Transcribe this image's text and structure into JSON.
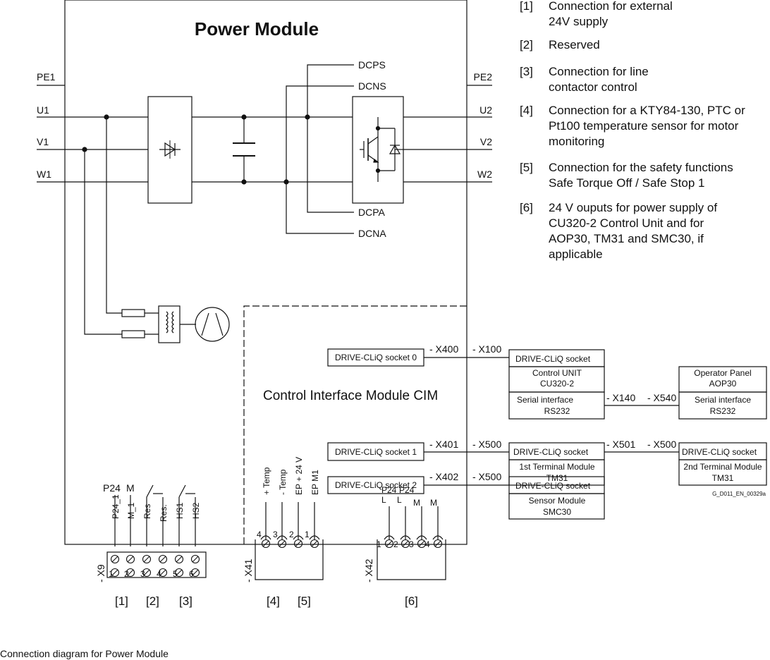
{
  "module_title": "Power Module",
  "cim_title": "Control Interface Module CIM",
  "caption": "Connection diagram for Power Module",
  "doc_code": "G_D011_EN_00329a",
  "left_terminals": [
    "PE1",
    "U1",
    "V1",
    "W1"
  ],
  "right_terminals": [
    "PE2",
    "U2",
    "V2",
    "W2"
  ],
  "dc_labels": {
    "dcps": "DCPS",
    "dcns": "DCNS",
    "dcpa": "DCPA",
    "dcna": "DCNA"
  },
  "notes": [
    {
      "ref": "[1]",
      "lines": [
        "Connection for external",
        "24V supply"
      ]
    },
    {
      "ref": "[2]",
      "lines": [
        "Reserved"
      ]
    },
    {
      "ref": "[3]",
      "lines": [
        "Connection for line",
        "contactor control"
      ]
    },
    {
      "ref": "[4]",
      "lines": [
        "Connection for a KTY84-130, PTC or",
        "Pt100 temperature sensor for motor",
        "monitoring"
      ]
    },
    {
      "ref": "[5]",
      "lines": [
        "Connection for the safety functions",
        "Safe Torque Off / Safe Stop 1"
      ]
    },
    {
      "ref": "[6]",
      "lines": [
        "24 V ouputs for power supply of",
        "CU320-2 Control Unit  and for",
        "AOP30, TM31 and SMC30, if",
        "applicable"
      ]
    }
  ],
  "sockets": [
    "DRIVE-CLiQ socket 0",
    "DRIVE-CLiQ socket 1",
    "DRIVE-CLiQ socket 2"
  ],
  "ports": {
    "x400": "- X400",
    "x100": "- X100",
    "x401": "- X401",
    "x500a": "- X500",
    "x402": "- X402",
    "x500b": "- X500",
    "x140": "- X140",
    "x540": "- X540",
    "x501": "- X501",
    "x500c": "- X500"
  },
  "devices": {
    "cu": {
      "socket": "DRIVE-CLiQ socket",
      "name1": "Control UNIT",
      "name2": "CU320-2",
      "serial1": "Serial interface",
      "serial2": "RS232"
    },
    "aop": {
      "name1": "Operator Panel",
      "name2": "AOP30",
      "serial1": "Serial interface",
      "serial2": "RS232"
    },
    "tm1": {
      "socket": "DRIVE-CLiQ socket",
      "name1": "1st Terminal Module",
      "name2": "TM31"
    },
    "tm2": {
      "socket": "DRIVE-CLiQ socket",
      "name1": "2nd Terminal Module",
      "name2": "TM31"
    },
    "smc": {
      "socket": "DRIVE-CLiQ socket",
      "name1": "Sensor Module",
      "name2": "SMC30"
    }
  },
  "x9": {
    "name": "- X9",
    "top_labels": [
      "P24",
      "M"
    ],
    "signals": [
      "P24_1",
      "M_1",
      "Res",
      "Res.",
      "HS1",
      "HS2"
    ],
    "pins": [
      "1",
      "2",
      "3",
      "4",
      "5",
      "6"
    ],
    "refs": [
      "[1]",
      "[2]",
      "[3]"
    ]
  },
  "x41": {
    "name": "- X41",
    "signals": [
      "+ Temp",
      "- Temp",
      "EP + 24 V",
      "EP M1"
    ],
    "pins": [
      "4",
      "3",
      "2",
      "1"
    ],
    "refs": [
      "[4]",
      "[5]"
    ]
  },
  "x42": {
    "name": "- X42",
    "signals_top": [
      "P24",
      "P24",
      "M",
      "M"
    ],
    "signals_bottom": [
      "L",
      "L",
      "",
      ""
    ],
    "pins": [
      "1",
      "2",
      "3",
      "4"
    ],
    "refs": [
      "[6]"
    ]
  }
}
